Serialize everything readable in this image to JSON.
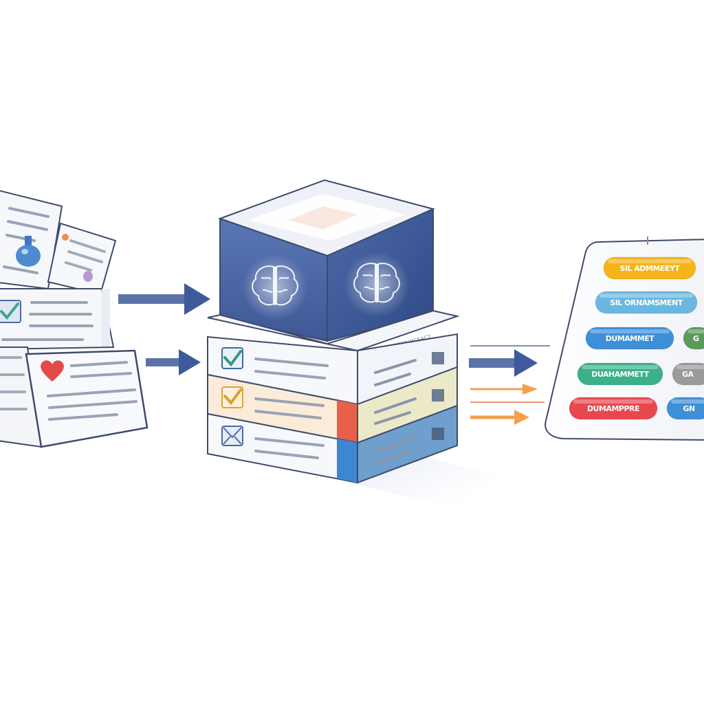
{
  "documents": {
    "icons": [
      "heart-icon",
      "flask-icon",
      "checkbox-icon",
      "heart-icon"
    ]
  },
  "processor": {
    "cube_icons": [
      "brain-icon",
      "brain-icon"
    ],
    "header_label": "WRESDIMCEACT",
    "rows": [
      {
        "icon": "checkbox-icon",
        "accent": "#e9eef8"
      },
      {
        "icon": "checkbox-icon",
        "accent": "#f7e3c8"
      },
      {
        "icon": "envelope-icon",
        "accent": "#dfe8f6"
      }
    ],
    "colors": {
      "cube": "#4e6aa6",
      "arrow": "#3e5a9a",
      "arrow_orange": "#f0a04a"
    }
  },
  "output_panel": {
    "pills": [
      {
        "label": "SIL ADMMEEYT",
        "color": "#f4b41a"
      },
      {
        "label": "SIL ORNAMSMENT",
        "color": "#6ab8e0"
      },
      {
        "label": "DUMAMMET",
        "color": "#3d8fd8"
      },
      {
        "label": "DUAHAMMETT",
        "color": "#3bb08a"
      },
      {
        "label": "DUMAMPPRE",
        "color": "#e8474e"
      },
      {
        "label": "G",
        "color": "#5b9a5a"
      },
      {
        "label": "GA",
        "color": "#9a9a9a"
      },
      {
        "label": "GN",
        "color": "#3f8fd8"
      }
    ]
  }
}
